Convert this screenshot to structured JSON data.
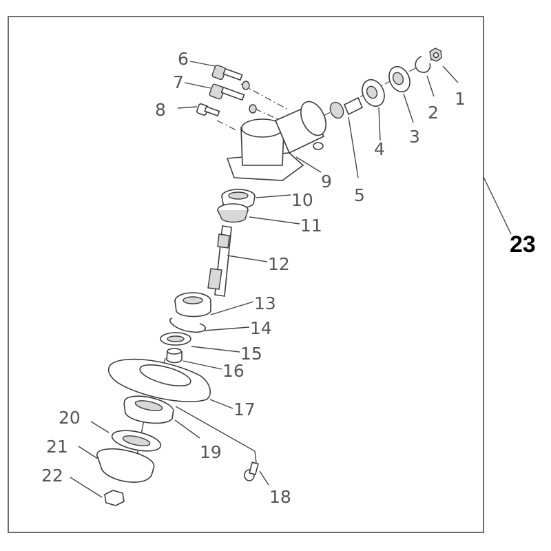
{
  "diagram": {
    "type": "exploded-parts-diagram",
    "subject": "trimmer gear head assembly",
    "assembly_label": "23",
    "parts": [
      {
        "id": "1",
        "label": "1"
      },
      {
        "id": "2",
        "label": "2"
      },
      {
        "id": "3",
        "label": "3"
      },
      {
        "id": "4",
        "label": "4"
      },
      {
        "id": "5",
        "label": "5"
      },
      {
        "id": "6",
        "label": "6"
      },
      {
        "id": "7",
        "label": "7"
      },
      {
        "id": "8",
        "label": "8"
      },
      {
        "id": "9",
        "label": "9"
      },
      {
        "id": "10",
        "label": "10"
      },
      {
        "id": "11",
        "label": "11"
      },
      {
        "id": "12",
        "label": "12"
      },
      {
        "id": "13",
        "label": "13"
      },
      {
        "id": "14",
        "label": "14"
      },
      {
        "id": "15",
        "label": "15"
      },
      {
        "id": "16",
        "label": "16"
      },
      {
        "id": "17",
        "label": "17"
      },
      {
        "id": "18",
        "label": "18"
      },
      {
        "id": "19",
        "label": "19"
      },
      {
        "id": "20",
        "label": "20"
      },
      {
        "id": "21",
        "label": "21"
      },
      {
        "id": "22",
        "label": "22"
      }
    ]
  }
}
